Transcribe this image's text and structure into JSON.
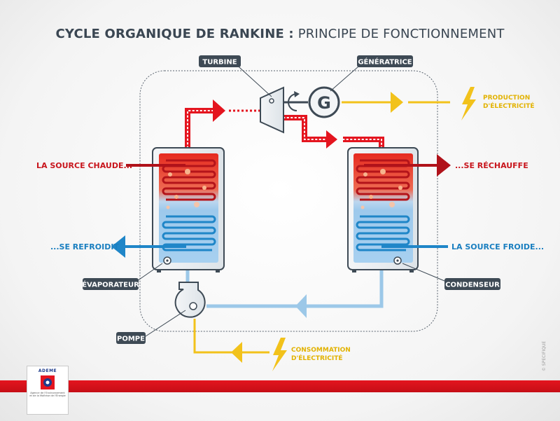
{
  "title": {
    "bold": "CYCLE ORGANIQUE DE RANKINE :",
    "light": "PRINCIPE DE FONCTIONNEMENT"
  },
  "tags": {
    "turbine": "TURBINE",
    "generatrice": "GÉNÉRATRICE",
    "evaporateur": "ÉVAPORATEUR",
    "condenseur": "CONDENSEUR",
    "pompe": "POMPE"
  },
  "generator_symbol": "G",
  "labels": {
    "source_chaude": "LA SOURCE CHAUDE...",
    "se_rechauffe": "...SE RÉCHAUFFE",
    "se_refroidit": "...SE REFROIDIT",
    "source_froide": "LA SOURCE FROIDE...",
    "production_line1": "PRODUCTION",
    "production_line2": "D'ÉLECTRICITÉ",
    "consommation_line1": "CONSOMMATION",
    "consommation_line2": "D'ÉLECTRICITÉ"
  },
  "logo": {
    "name": "ADEME",
    "subtitle": "Agence de l'Environnement et de la Maîtrise de l'Énergie"
  },
  "credit": "© SPECIFIQUE",
  "colors": {
    "hot_red": "#e4151f",
    "dark_red": "#b0121a",
    "cold_blue": "#1f86c8",
    "light_blue": "#9cc8e8",
    "yellow": "#f2c21b",
    "slate": "#3e4a55",
    "hot_text": "#c8161d",
    "cold_text": "#1a7fc0",
    "yellow_text": "#e2b200"
  }
}
